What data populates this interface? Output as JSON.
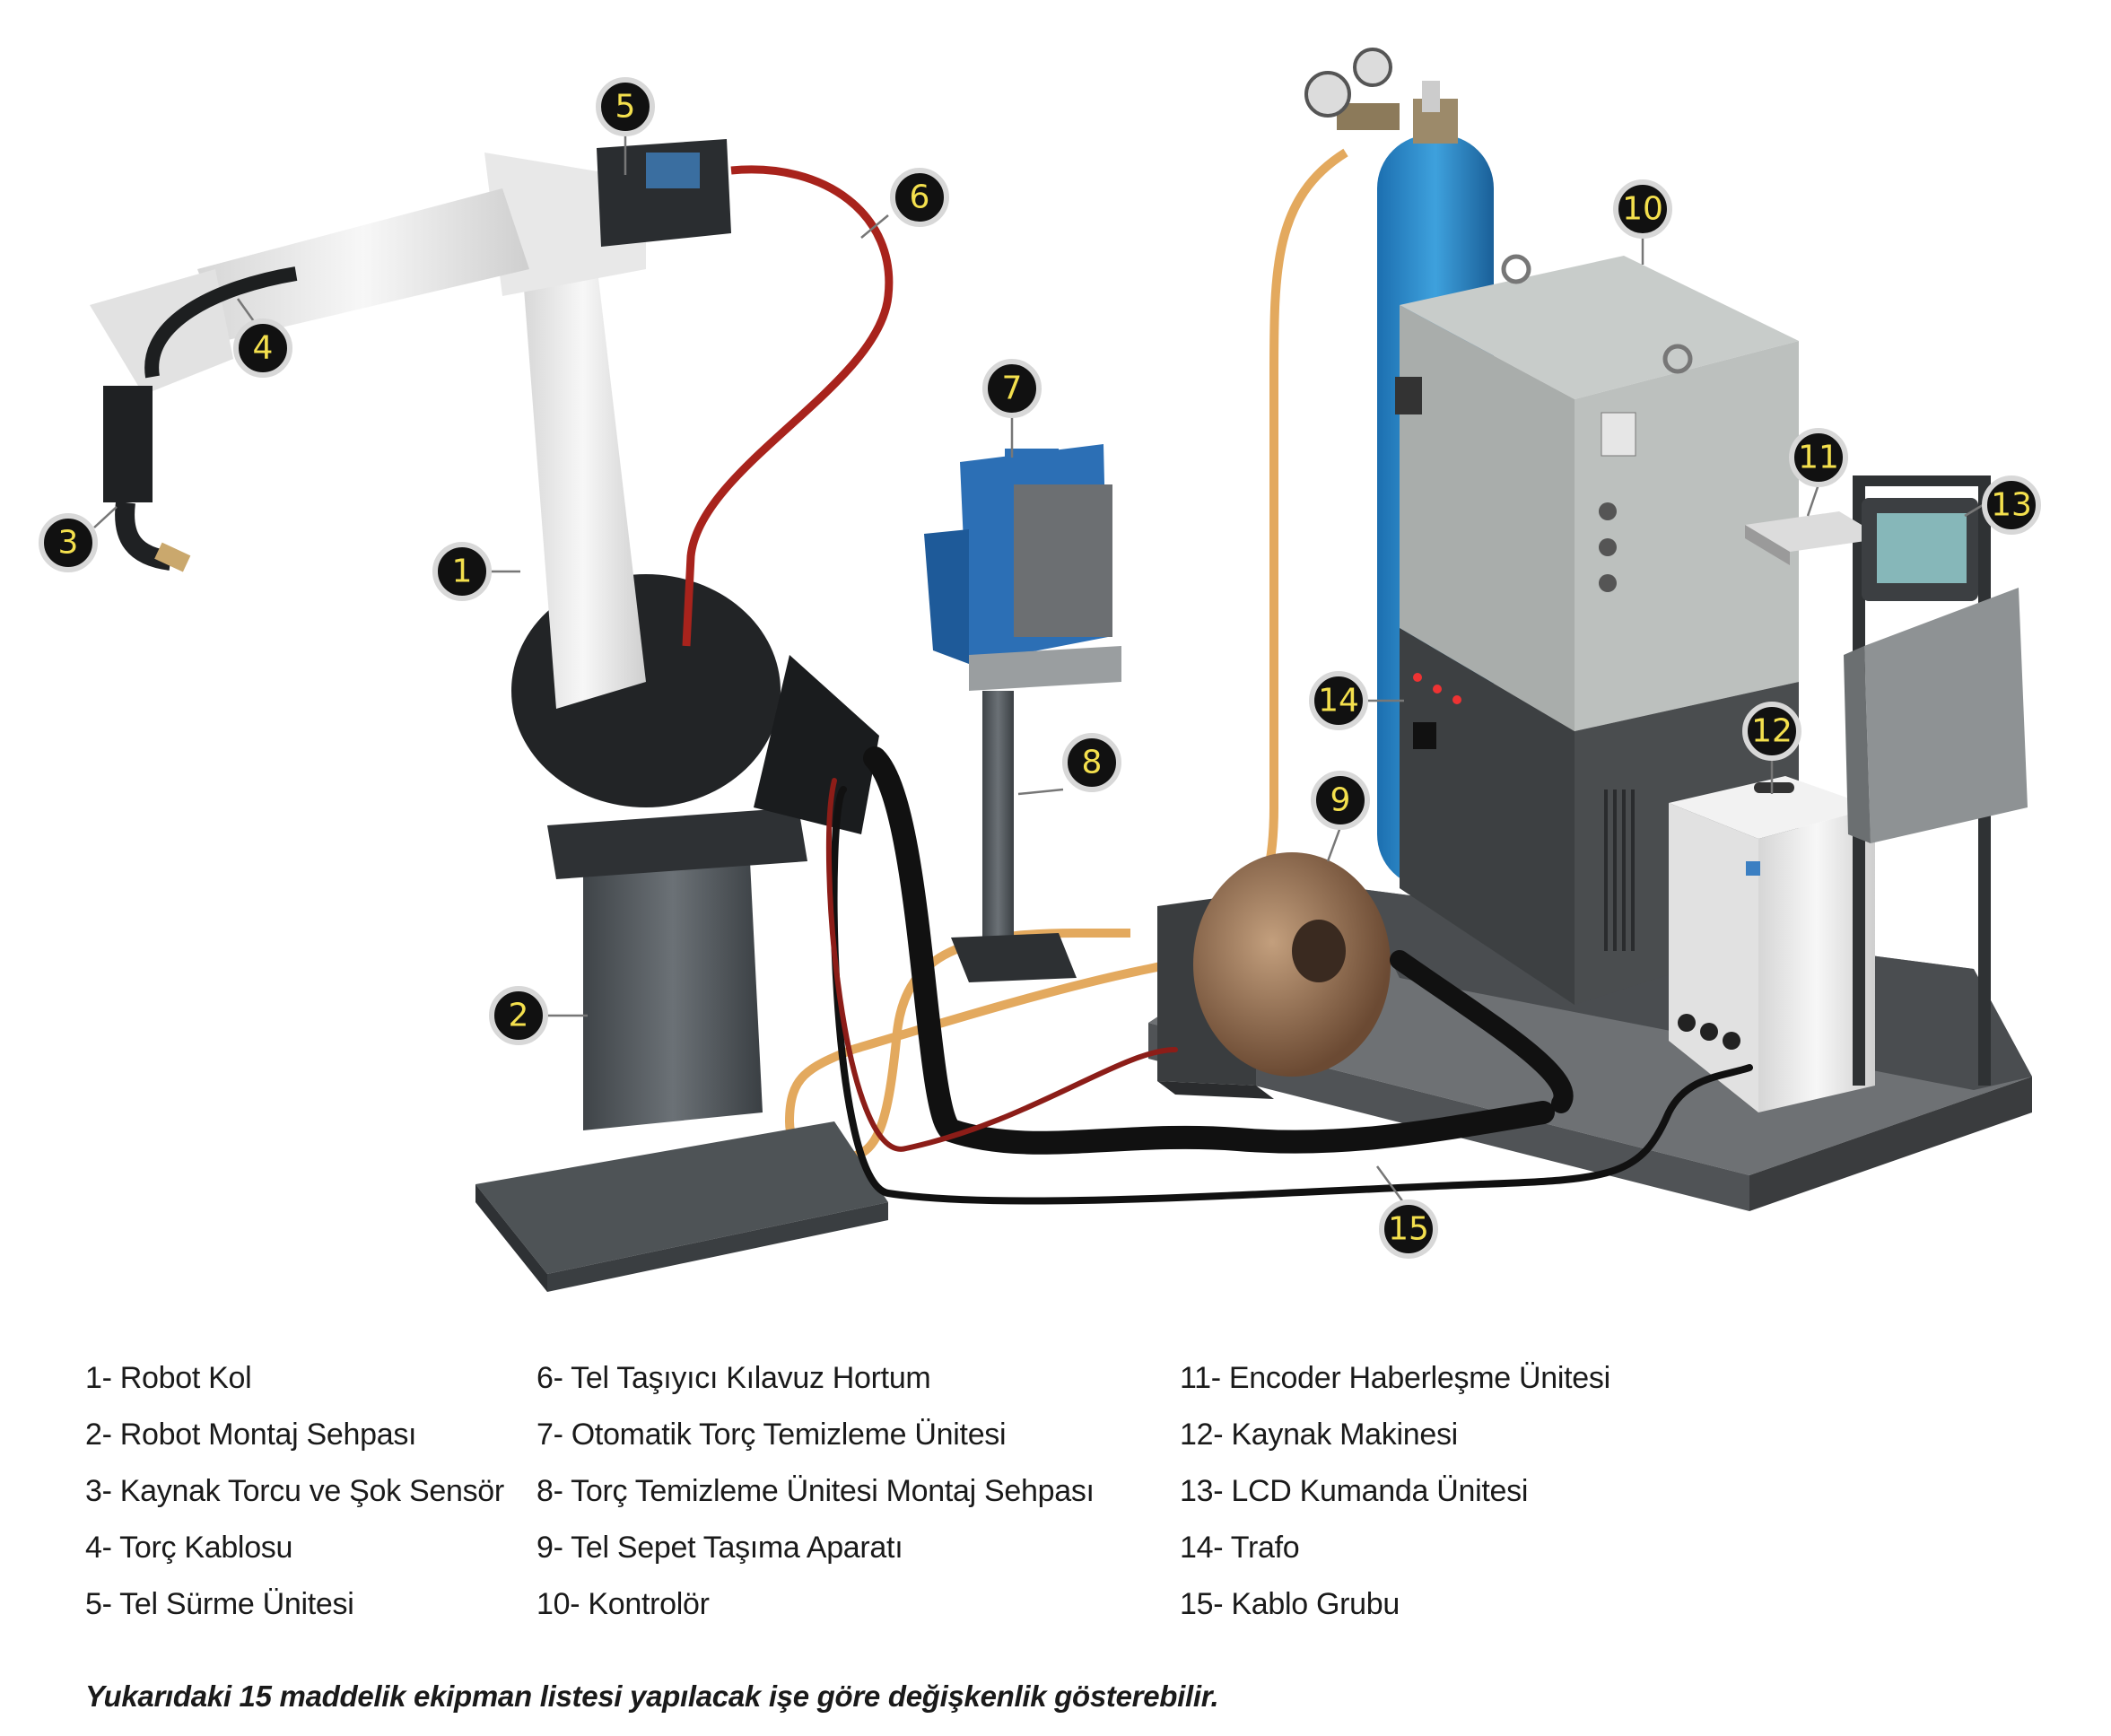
{
  "legend": {
    "col1": [
      "1- Robot Kol",
      "2- Robot Montaj Sehpası",
      "3- Kaynak Torcu ve Şok Sensör",
      "4- Torç Kablosu",
      "5- Tel Sürme Ünitesi"
    ],
    "col2": [
      "6- Tel Taşıyıcı Kılavuz Hortum",
      "7- Otomatik Torç Temizleme Ünitesi",
      "8- Torç Temizleme Ünitesi Montaj Sehpası",
      "9- Tel Sepet Taşıma Aparatı",
      "10- Kontrolör"
    ],
    "col3": [
      "11- Encoder Haberleşme Ünitesi",
      "12- Kaynak Makinesi",
      "13- LCD Kumanda Ünitesi",
      "14- Trafo",
      "15- Kablo Grubu"
    ]
  },
  "badges": [
    "1",
    "2",
    "3",
    "4",
    "5",
    "6",
    "7",
    "8",
    "9",
    "10",
    "11",
    "12",
    "13",
    "14",
    "15"
  ],
  "note": "Yukarıdaki 15 maddelik ekipman listesi yapılacak işe göre değişkenlik gösterebilir.",
  "colors": {
    "badge_fill": "#111111",
    "badge_text": "#f4e04d",
    "badge_ring": "#d8d8d8"
  }
}
